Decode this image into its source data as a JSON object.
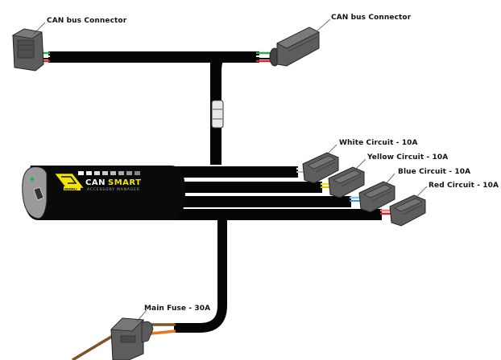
{
  "title": "CANsmart Accessory Manager wiring harness",
  "module": {
    "brand": "DENALI",
    "name_part1": "CAN",
    "name_part2": "SMART",
    "subtitle": "ACCESSORY MANAGER",
    "status_led": "green",
    "port": "usb-port"
  },
  "labels": {
    "can_left": "CAN bus Connector",
    "can_right": "CAN bus Connector",
    "white": "White Circuit - 10A",
    "yellow": "Yellow Circuit - 10A",
    "blue": "Blue Circuit - 10A",
    "red": "Red Circuit - 10A",
    "fuse": "Main Fuse - 30A"
  },
  "colors": {
    "cable": "#050505",
    "connector": "#5a5a5a",
    "brand_yellow": "#f2e600",
    "can_green": "#2fa84f",
    "can_red": "#d8262a",
    "white_wire": "#f0f0f0",
    "yellow_wire": "#f5e21a",
    "blue_wire": "#2a9ee0",
    "red_wire": "#e0202a",
    "fuse_orange": "#e8741c",
    "fuse_brown": "#7a5426"
  }
}
